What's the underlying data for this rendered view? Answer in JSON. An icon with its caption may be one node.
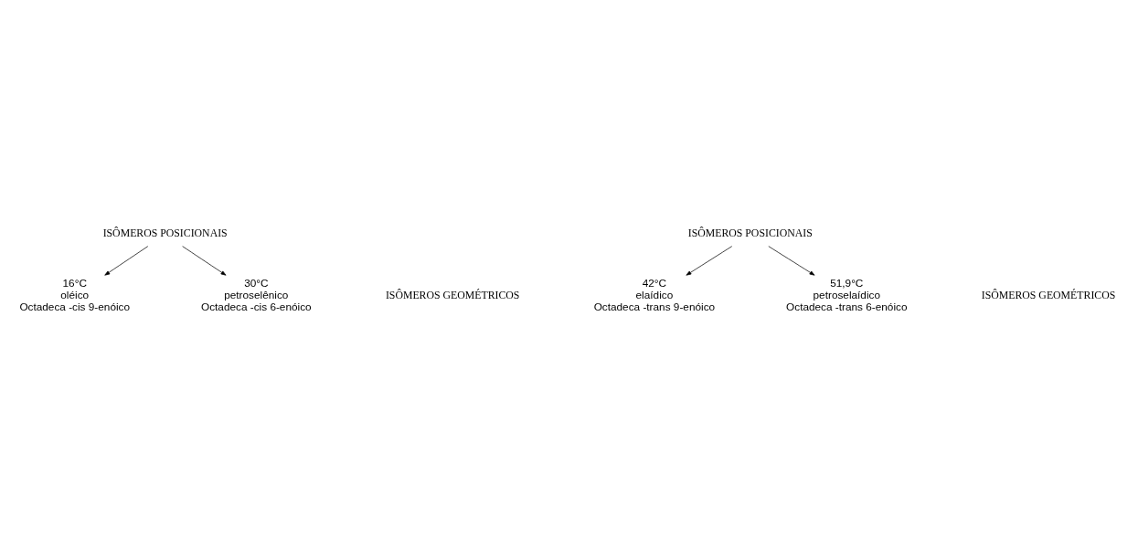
{
  "diagram": {
    "nodes": [
      {
        "text": [
          "16°C",
          "oléico",
          "Octadeca -cis 9-enóico"
        ]
      },
      {
        "text": [
          "42°C",
          "elaídico",
          "Octadeca -trans 9-enóico"
        ]
      },
      {
        "text": [
          "ISÔMEROS POSICIONAIS"
        ]
      },
      {
        "text": [
          "ISÔMEROS POSICIONAIS"
        ]
      },
      {
        "text": [
          "30°C",
          "petroselênico",
          "Octadeca -cis 6-enóico"
        ]
      },
      {
        "text": [
          "51,9°C",
          "petroselaídico",
          "Octadeca -trans 6-enóico"
        ]
      }
    ],
    "edges": [
      {
        "from": 2,
        "to": 0,
        "arrow": "to"
      },
      {
        "from": 2,
        "to": 4,
        "arrow": "to"
      },
      {
        "from": 3,
        "to": 1,
        "arrow": "to"
      },
      {
        "from": 3,
        "to": 5,
        "arrow": "to"
      }
    ],
    "labels": [
      "ISÔMEROS GEOMÉTRICOS",
      "ISÔMEROS GEOMÉTRICOS"
    ]
  }
}
